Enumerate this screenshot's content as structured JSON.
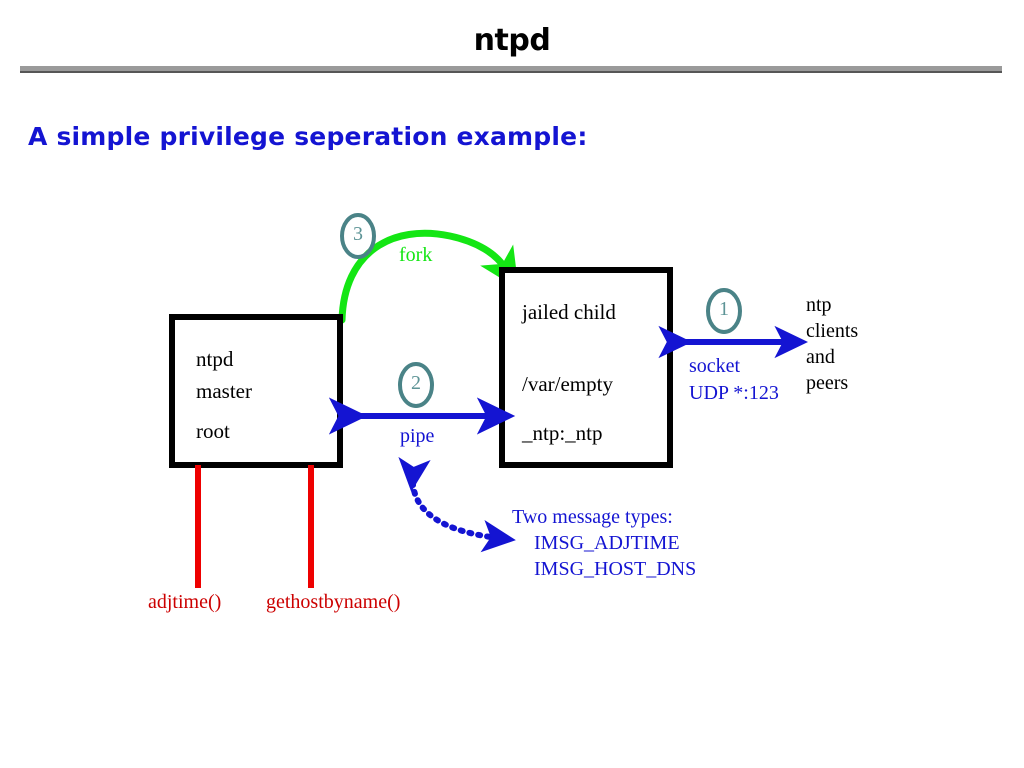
{
  "slide": {
    "title": "ntpd",
    "subtitle": "A simple privilege seperation example:"
  },
  "colors": {
    "title_text": "#000000",
    "rule_light": "#9a9a9a",
    "rule_dark": "#565656",
    "subtitle_blue": "#1414d2",
    "arrow_blue": "#1414d2",
    "fork_green": "#14e614",
    "red": "#cc0000",
    "circle_teal": "#4a8387",
    "box_border": "#000000",
    "background": "#ffffff"
  },
  "boxes": {
    "master": {
      "name": "ntpd-master-box",
      "lines": [
        "ntpd",
        "master",
        "root"
      ]
    },
    "child": {
      "name": "jailed-child-box",
      "lines": [
        "jailed child",
        "/var/empty",
        "_ntp:_ntp"
      ]
    }
  },
  "steps": {
    "one": "1",
    "two": "2",
    "three": "3"
  },
  "arrows": {
    "fork": {
      "label": "fork",
      "step": "3",
      "kind": "curved-single-green"
    },
    "pipe": {
      "label": "pipe",
      "step": "2",
      "kind": "straight-double-blue"
    },
    "socket": {
      "label_line1": "socket",
      "label_line2": "UDP *:123",
      "step": "1",
      "kind": "straight-double-blue"
    },
    "callout": {
      "kind": "dotted-double-blue-curve"
    }
  },
  "external": {
    "clients": [
      "ntp",
      "clients",
      "and",
      "peers"
    ]
  },
  "syscalls": {
    "left": "adjtime()",
    "right": "gethostbyname()"
  },
  "messages": {
    "heading": "Two message types:",
    "items": [
      "IMSG_ADJTIME",
      "IMSG_HOST_DNS"
    ]
  }
}
